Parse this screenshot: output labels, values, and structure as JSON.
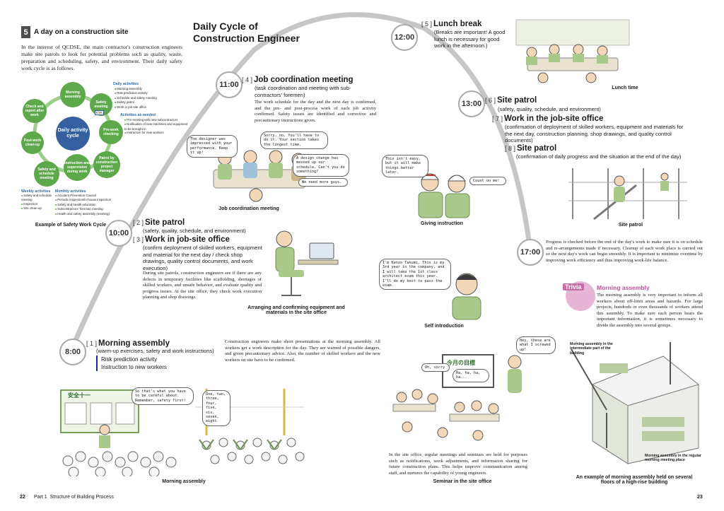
{
  "intro": {
    "section_number": "5",
    "section_title": "A day on a construction site",
    "text": "In the interest of QCDSE, the main contractor's construction engineers make site patrols to look for potential problems such as quality, waste, preparation and scheduling, safety, and environment. Their daily safety work cycle is as follows."
  },
  "cycle": {
    "center": "Daily activity cycle",
    "nodes": [
      "Morning assembly",
      "Safety meeting",
      "Pre-work checking",
      "Patrol by construction project manager",
      "Instruction and supervision during work",
      "Safety and schedule meeting",
      "Post-work clean-up",
      "Check and report after work"
    ],
    "kyk_badge": "KYK",
    "daily_title": "Daily activities",
    "daily_items": [
      "Morning assembly",
      "Risk prediction activity",
      "Schedule and safety meeting",
      "Safety patrol",
      "Work in job-site office"
    ],
    "needed_title": "Activities as needed",
    "needed_items": [
      "Pre-meeting with new subcontractors",
      "Notification of new machines and equipment to be brought in",
      "Instruction for new workers"
    ],
    "weekly_title": "Weekly activities",
    "weekly_items": [
      "Safety and schedule meeting",
      "Inspection",
      "Site clean-up"
    ],
    "monthly_title": "Monthly activities",
    "monthly_items": [
      "Accident Prevention Council",
      "Periodic inspection/in-house inspection",
      "Safety and health education",
      "Subcontractors' foreman meeting",
      "Health and safety assembly (meeting)"
    ],
    "caption": "Example of Safety Work Cycle"
  },
  "main_title": {
    "line1": "Daily Cycle of",
    "line2": "Construction Engineer"
  },
  "times": [
    "8:00",
    "10:00",
    "11:00",
    "12:00",
    "13:00",
    "17:00"
  ],
  "step1": {
    "num": "[ 1 ]",
    "title": "Morning assembly",
    "sub": "(warm-up exercises, safety and work instructions)",
    "bullets": [
      "Risk prediction activity",
      "Instruction to new workers"
    ],
    "body": "Construction engineers make short presentations at the morning assembly. All workers get a work description for the day. They are warned of possible dangers, and given precautionary advice. Also, the number of skilled workers and the new workers on site have to be confirmed."
  },
  "step2": {
    "num": "[ 2 ]",
    "title": "Site patrol",
    "sub": "(safety, quality, schedule, and environment)"
  },
  "step3": {
    "num": "[ 3 ]",
    "title": "Work in job-site office",
    "sub": "(confirm deployment of skilled workers, equipment and material for the next day / check shop drawings, quality control documents, and work execution)",
    "body": "During site patrols, construction engineers see if there are any defects in temporary facilities like scaffolding, shortages of skilled workers, and unsafe behavior, and evaluate quality and progress issues. At the site office, they check work execution planning and shop drawings."
  },
  "step4": {
    "num": "[ 4 ]",
    "title": "Job coordination meeting",
    "sub": "(task coordination and meeting with sub-contractors' foremen)",
    "body": "The work schedule for the day and the next day is confirmed, and the pre- and post-process work of each job activity confirmed. Safety issues are identified and corrective and precautionary instructions given."
  },
  "step5": {
    "num": "[ 5 ]",
    "title": "Lunch break",
    "sub": "(Breaks are important! A good lunch is necessary for good work in the afternoon.)"
  },
  "step6": {
    "num": "[ 6 ]",
    "title": "Site patrol",
    "sub": "(safety, quality, schedule, and environment)"
  },
  "step7": {
    "num": "[ 7 ]",
    "title": "Work in the job-site office",
    "sub": "(confirmation of deployment of skilled workers, equipment and materials for the next day, construction planning, shop drawings, and quality control documents)"
  },
  "step8": {
    "num": "[ 8 ]",
    "title": "Site patrol",
    "sub": "(confirmation of daily progress and the situation at the end of the day)"
  },
  "step17_body": "Progress is checked before the end of the day's work to make sure it is on schedule and re-arrangements made if necessary. Cleanup of each work place is carried out so the next day's work can begin smoothly. It is important to minimize overtime by improving work efficiency and thus improving work-life balance.",
  "trivia": {
    "label": "Trivia",
    "title": "Morning assembly",
    "body": "The morning assembly is very important to inform all workers about off-limit areas and hazards. For large projects, hundreds or even thousands of workers attend this assembly. To make sure each person hears the important information, it is sometimes necessary to divide the assembly into several groups."
  },
  "seminar_body": "In the site office, regular meetings and seminars are held for purposes such as notifications, work adjustments, and information sharing for future construction plans. This helps improve communication among staff, and nurtures the capability of young engineers.",
  "captions": {
    "job_meeting": "Job coordination meeting",
    "arranging": "Arranging and confirming equipment and materials in the site office",
    "giving": "Giving instruction",
    "self_intro": "Self introduction",
    "lunch": "Lunch time",
    "site_patrol": "Site patrol",
    "morning1": "Morning assembly",
    "seminar": "Seminar in the site office",
    "highrise": "An example of morning assembly held on several floors of a high-rise building",
    "intermediate": "Morning assembly in the intermediate part of the building",
    "regular": "Morning assembly in the regular morning meeting place"
  },
  "bubbles": {
    "designer": "The designer was impressed with your performance. Keep it up!",
    "sorry": "Sorry, no. You'll have to do it. Your section takes the longest time.",
    "design_change": "A design change has messed up our schedule. Can't you do something?",
    "more_guys": "We need more guys.",
    "not_easy": "This isn't easy, but it will make things better later.",
    "count_on": "Count on me!",
    "kenzo": "I'm Kenzo Takumi. This is my 3rd year in the company, and I will take the 1st class architect exam this year. I'll do my best to pass the exam.",
    "careful": "So that's what you have to be careful about. Remember, safety first!",
    "one_two": "One, two, three, four, five, six, seven, eight",
    "oh_sorry": "Oh, sorry",
    "haha": "Ha, ha, ha, ha...",
    "hey": "Hey, these are what I screwed up!",
    "board": "今月の目標",
    "sign": "安全十一"
  },
  "footer": {
    "page_left": "22",
    "part": "Part 1",
    "part_title": "Structure of Building Process",
    "page_right": "23"
  },
  "colors": {
    "arc": "#c6c6c6",
    "cycle_green": "#5da84b",
    "cycle_blue": "#355f9f",
    "bullet_bar": "#1a2a86",
    "trivia_pink": "#c24f99"
  }
}
